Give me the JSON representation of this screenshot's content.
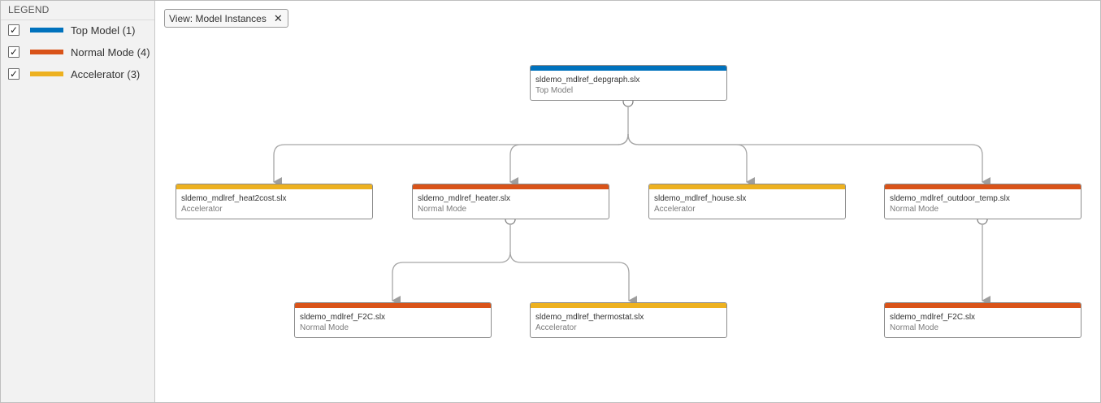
{
  "colors": {
    "top_model": "#0072bd",
    "normal_mode": "#d95319",
    "accelerator": "#edb120"
  },
  "legend": {
    "title": "LEGEND",
    "items": [
      {
        "label": "Top Model (1)",
        "checked": true,
        "color": "#0072bd"
      },
      {
        "label": "Normal Mode (4)",
        "checked": true,
        "color": "#d95319"
      },
      {
        "label": "Accelerator (3)",
        "checked": true,
        "color": "#edb120"
      }
    ]
  },
  "view": {
    "label": "View: Model Instances",
    "close_icon": "close-icon"
  },
  "nodes": [
    {
      "name": "sldemo_mdlref_depgraph.slx",
      "mode": "Top Model"
    },
    {
      "name": "sldemo_mdlref_heat2cost.slx",
      "mode": "Accelerator"
    },
    {
      "name": "sldemo_mdlref_heater.slx",
      "mode": "Normal Mode"
    },
    {
      "name": "sldemo_mdlref_house.slx",
      "mode": "Accelerator"
    },
    {
      "name": "sldemo_mdlref_outdoor_temp.slx",
      "mode": "Normal Mode"
    },
    {
      "name": "sldemo_mdlref_F2C.slx",
      "mode": "Normal Mode"
    },
    {
      "name": "sldemo_mdlref_thermostat.slx",
      "mode": "Accelerator"
    },
    {
      "name": "sldemo_mdlref_F2C.slx",
      "mode": "Normal Mode"
    }
  ]
}
